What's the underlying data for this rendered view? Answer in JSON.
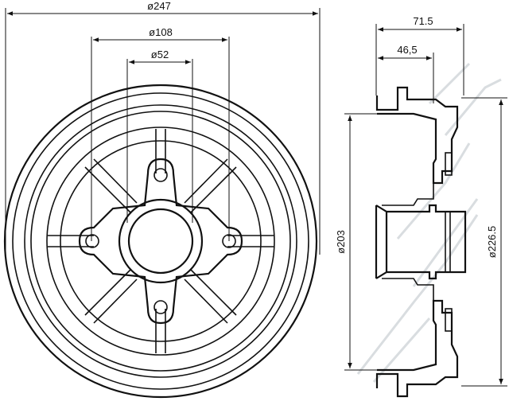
{
  "front_view": {
    "dim_outer": "ø247",
    "dim_pcd": "ø108",
    "dim_bore": "ø52"
  },
  "side_view": {
    "dim_total_width": "71.5",
    "dim_hub_width": "46,5",
    "dim_inner_dia": "ø203",
    "dim_outer_dia": "ø226.5"
  },
  "colors": {
    "line": "#111111",
    "background": "#ffffff",
    "watermark": "#d9dde0"
  }
}
